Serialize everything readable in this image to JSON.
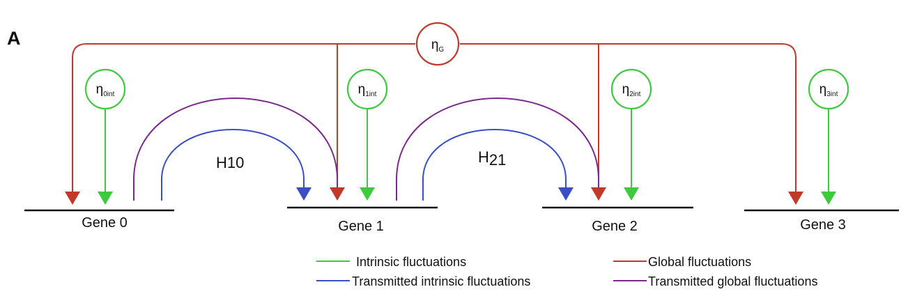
{
  "panel_label": "A",
  "colors": {
    "intrinsic": "#3ec93e",
    "global": "#c0392b",
    "transmitted_intrinsic": "#3a4fc4",
    "transmitted_global": "#7a2a8a",
    "gene_line": "#111111"
  },
  "genes": [
    {
      "label": "Gene 0"
    },
    {
      "label": "Gene 1"
    },
    {
      "label": "Gene 2"
    },
    {
      "label": "Gene 3"
    }
  ],
  "global_node": {
    "symbol": "η",
    "subscript": "G"
  },
  "intrinsic_nodes": [
    {
      "symbol": "η",
      "subscript": "0int"
    },
    {
      "symbol": "η",
      "subscript": "1int"
    },
    {
      "symbol": "η",
      "subscript": "2int"
    },
    {
      "symbol": "η",
      "subscript": "3int"
    }
  ],
  "transfer_labels": [
    {
      "main": "H",
      "subscript": "10"
    },
    {
      "main": "H",
      "subscript": "21"
    }
  ],
  "legend": [
    {
      "label": "Intrinsic fluctuations",
      "color_key": "intrinsic"
    },
    {
      "label": "Global fluctuations",
      "color_key": "global"
    },
    {
      "label": "Transmitted intrinsic fluctuations",
      "color_key": "transmitted_intrinsic"
    },
    {
      "label": "Transmitted global fluctuations",
      "color_key": "transmitted_global"
    }
  ]
}
